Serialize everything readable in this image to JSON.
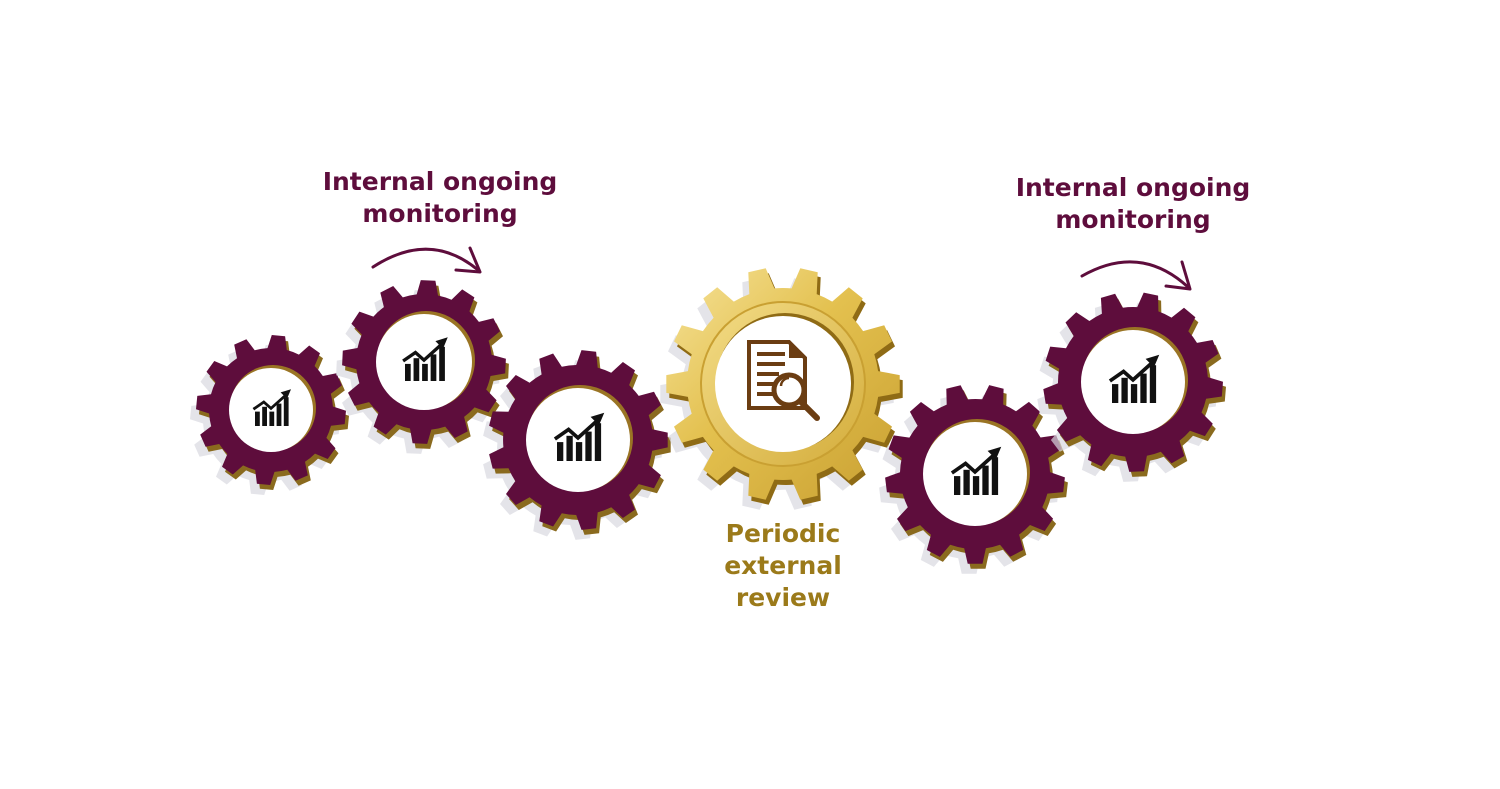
{
  "diagram": {
    "title": "Monitoring cycle",
    "colors": {
      "maroon": "#5e0d3c",
      "maroon_edge": "#8a6a1e",
      "gold_light": "#f1d77a",
      "gold_mid": "#d9b23e",
      "gold_dark": "#8f6b15",
      "gold_text": "#9b7a1a",
      "icon_dark": "#111111",
      "icon_brown": "#6b3d12",
      "shadow": "#d9d9df"
    },
    "labels": {
      "left_monitoring": [
        "Internal ongoing",
        "monitoring"
      ],
      "right_monitoring": [
        "Internal ongoing",
        "monitoring"
      ],
      "center_review": [
        "Periodic",
        "external",
        "review"
      ]
    },
    "gears": [
      {
        "id": "gear-1",
        "kind": "maroon",
        "icon": "growth-chart-icon"
      },
      {
        "id": "gear-2",
        "kind": "maroon",
        "icon": "growth-chart-icon"
      },
      {
        "id": "gear-3",
        "kind": "maroon",
        "icon": "growth-chart-icon"
      },
      {
        "id": "gear-4",
        "kind": "gold",
        "icon": "document-search-icon"
      },
      {
        "id": "gear-5",
        "kind": "maroon",
        "icon": "growth-chart-icon"
      },
      {
        "id": "gear-6",
        "kind": "maroon",
        "icon": "growth-chart-icon"
      }
    ],
    "arrows": [
      {
        "id": "arrow-left",
        "icon": "curved-arrow-icon"
      },
      {
        "id": "arrow-right",
        "icon": "curved-arrow-icon"
      }
    ]
  }
}
